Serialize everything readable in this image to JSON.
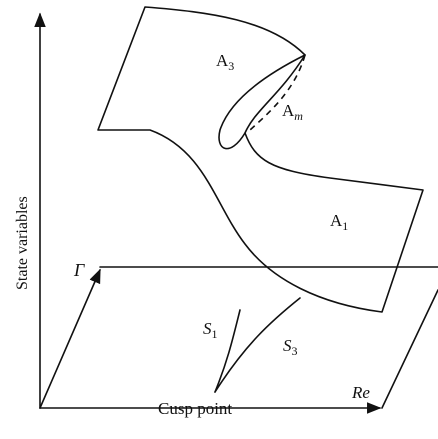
{
  "diagram": {
    "y_axis_label": "State variables",
    "gamma_label": "Γ",
    "re_label": "Re",
    "cusp_label": "Cusp point",
    "surface_labels": {
      "a3_base": "A",
      "a3_sub": "3",
      "am_base": "A",
      "am_sub": "m",
      "a1_base": "A",
      "a1_sub": "1"
    },
    "curve_labels": {
      "s1_base": "S",
      "s1_sub": "1",
      "s3_base": "S",
      "s3_sub": "3"
    }
  }
}
